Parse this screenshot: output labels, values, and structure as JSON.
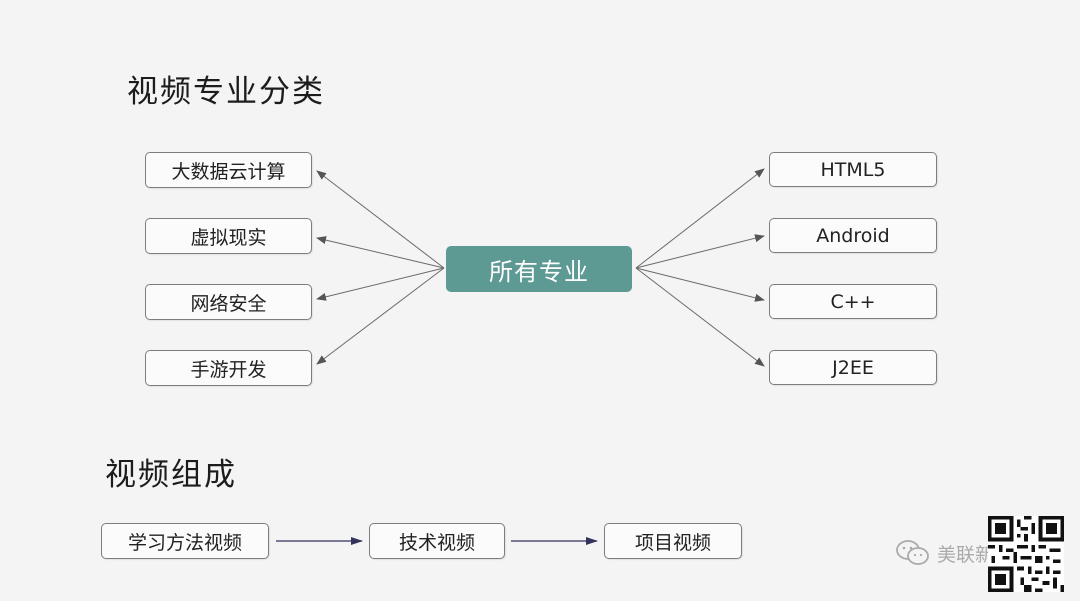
{
  "section1": {
    "title": "视频专业分类"
  },
  "center": {
    "label": "所有专业"
  },
  "left_items": [
    "大数据云计算",
    "虚拟现实",
    "网络安全",
    "手游开发"
  ],
  "right_items": [
    "HTML5",
    "Android",
    "C++",
    "J2EE"
  ],
  "section2": {
    "title": "视频组成"
  },
  "flow": [
    "学习方法视频",
    "技术视频",
    "项目视频"
  ],
  "watermark": {
    "text": "美联新运",
    "icon": "wechat-icon"
  },
  "colors": {
    "center_fill": "#5e9a94",
    "box_border": "#7d7d7d",
    "arrow_left_right": "#555555",
    "arrow_flow": "#33325a"
  }
}
